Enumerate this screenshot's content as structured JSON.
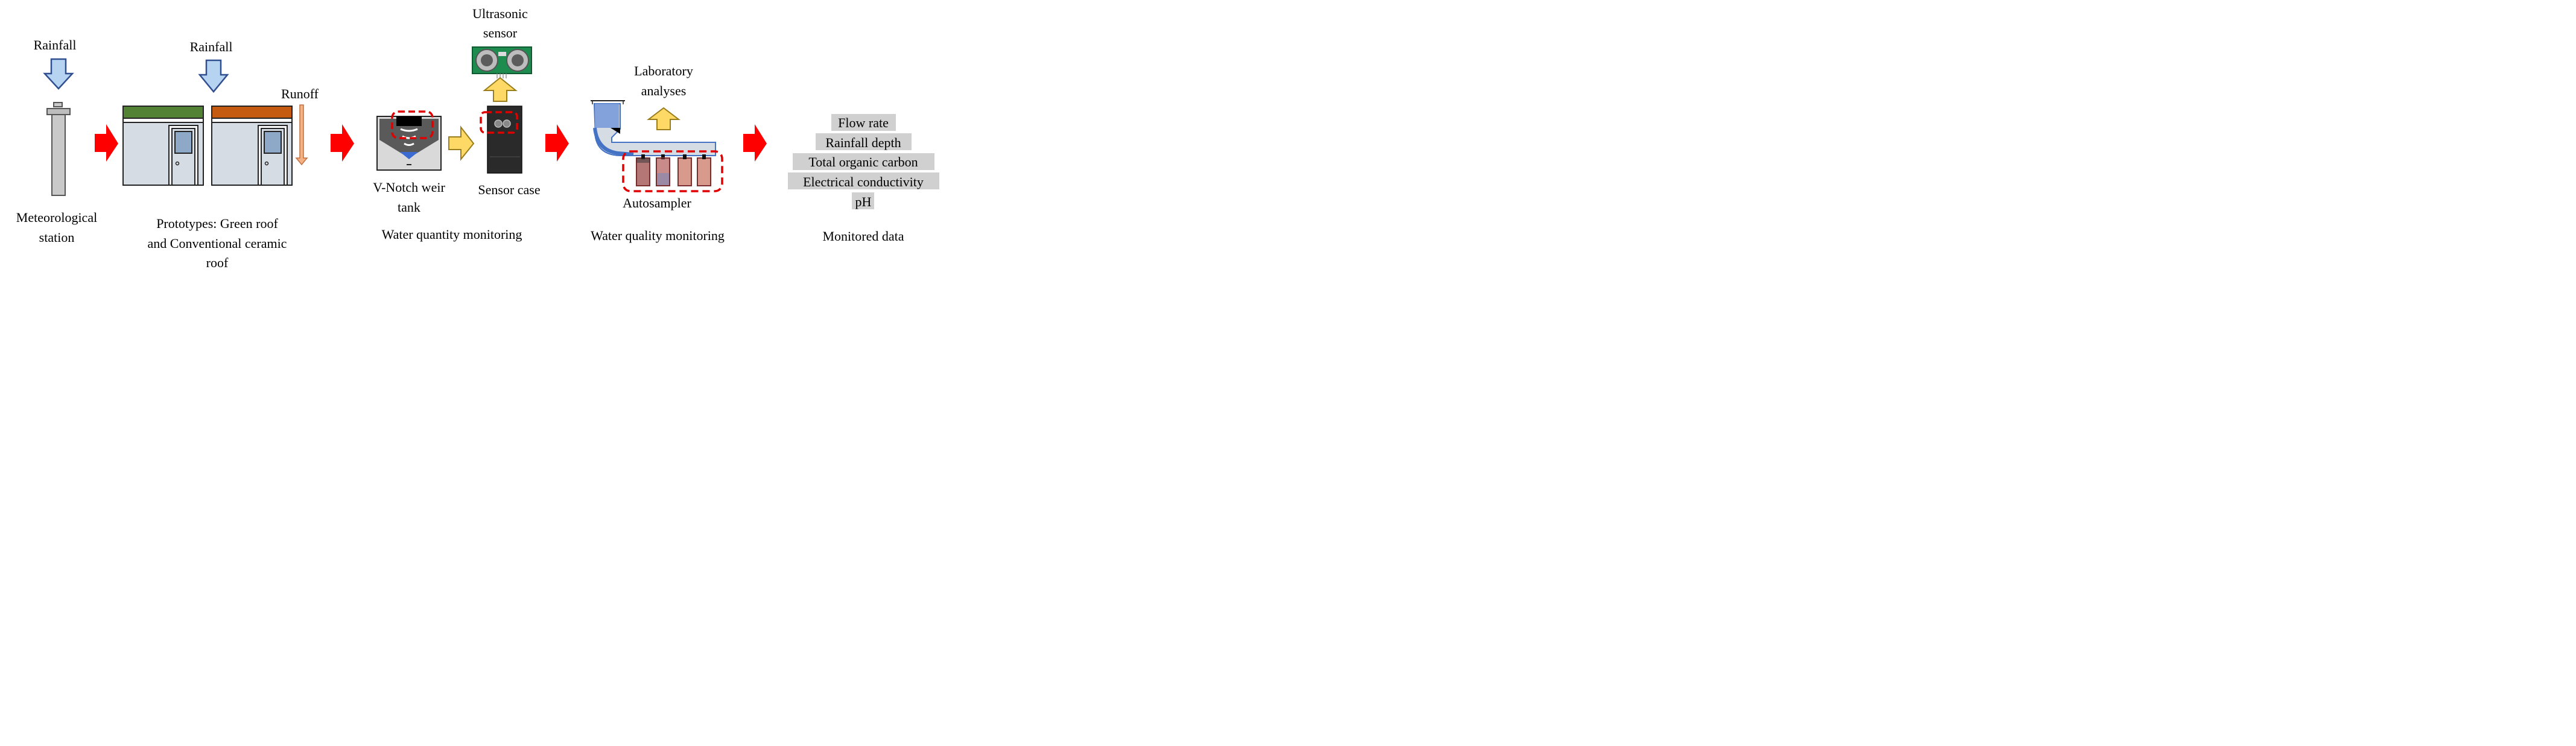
{
  "labels": {
    "rainfall_1": "Rainfall",
    "meteo_line1": "Meteorological",
    "meteo_line2": "station",
    "rainfall_2": "Rainfall",
    "runoff": "Runoff",
    "proto_line1": "Prototypes: Green roof",
    "proto_line2": "and Conventional ceramic",
    "proto_line3": "roof",
    "ultra_line1": "Ultrasonic",
    "ultra_line2": "sensor",
    "vnotch_line1": "V-Notch weir",
    "vnotch_line2": "tank",
    "sensor_case": "Sensor case",
    "water_quantity": "Water quantity monitoring",
    "lab_line1": "Laboratory",
    "lab_line2": "analyses",
    "autosampler": "Autosampler",
    "water_quality": "Water quality monitoring",
    "monitored_data": "Monitored data"
  },
  "monitored_items": [
    "Flow rate",
    "Rainfall depth",
    "Total organic carbon",
    "Electrical conductivity",
    "pH"
  ],
  "colors": {
    "process_arrow": "#ff0000",
    "rain_arrow_fill": "#b7d3f2",
    "rain_arrow_stroke": "#2f4f8f",
    "up_arrow_fill": "#ffd966",
    "up_arrow_stroke": "#9a7d1c",
    "green_roof": "#548235",
    "ceramic_roof": "#c55a11",
    "runoff_arrow": "#c07040",
    "dashed_highlight": "#e00000",
    "data_highlight": "#d0d0d0"
  }
}
